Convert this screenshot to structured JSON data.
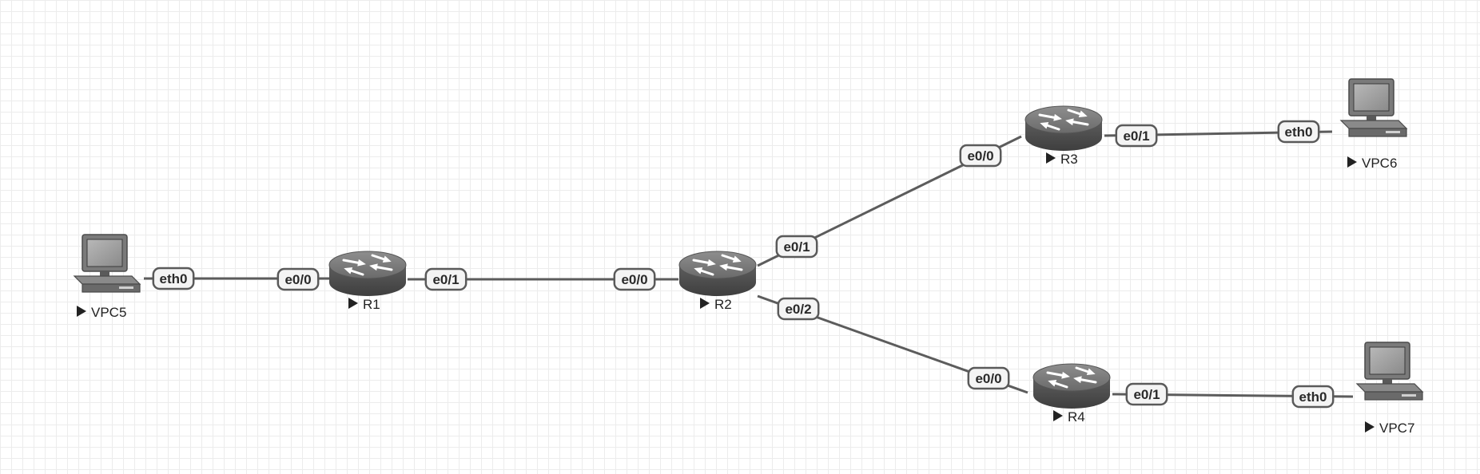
{
  "nodes": [
    {
      "id": "VPC5",
      "kind": "pc",
      "label": "VPC5"
    },
    {
      "id": "R1",
      "kind": "router",
      "label": "R1"
    },
    {
      "id": "R2",
      "kind": "router",
      "label": "R2"
    },
    {
      "id": "R3",
      "kind": "router",
      "label": "R3"
    },
    {
      "id": "R4",
      "kind": "router",
      "label": "R4"
    },
    {
      "id": "VPC6",
      "kind": "pc",
      "label": "VPC6"
    },
    {
      "id": "VPC7",
      "kind": "pc",
      "label": "VPC7"
    }
  ],
  "links": [
    {
      "from": "VPC5",
      "from_port": "eth0",
      "to": "R1",
      "to_port": "e0/0"
    },
    {
      "from": "R1",
      "from_port": "e0/1",
      "to": "R2",
      "to_port": "e0/0"
    },
    {
      "from": "R2",
      "from_port": "e0/1",
      "to": "R3",
      "to_port": "e0/0"
    },
    {
      "from": "R2",
      "from_port": "e0/2",
      "to": "R4",
      "to_port": "e0/0"
    },
    {
      "from": "R3",
      "from_port": "e0/1",
      "to": "VPC6",
      "to_port": "eth0"
    },
    {
      "from": "R4",
      "from_port": "e0/1",
      "to": "VPC7",
      "to_port": "eth0"
    }
  ]
}
